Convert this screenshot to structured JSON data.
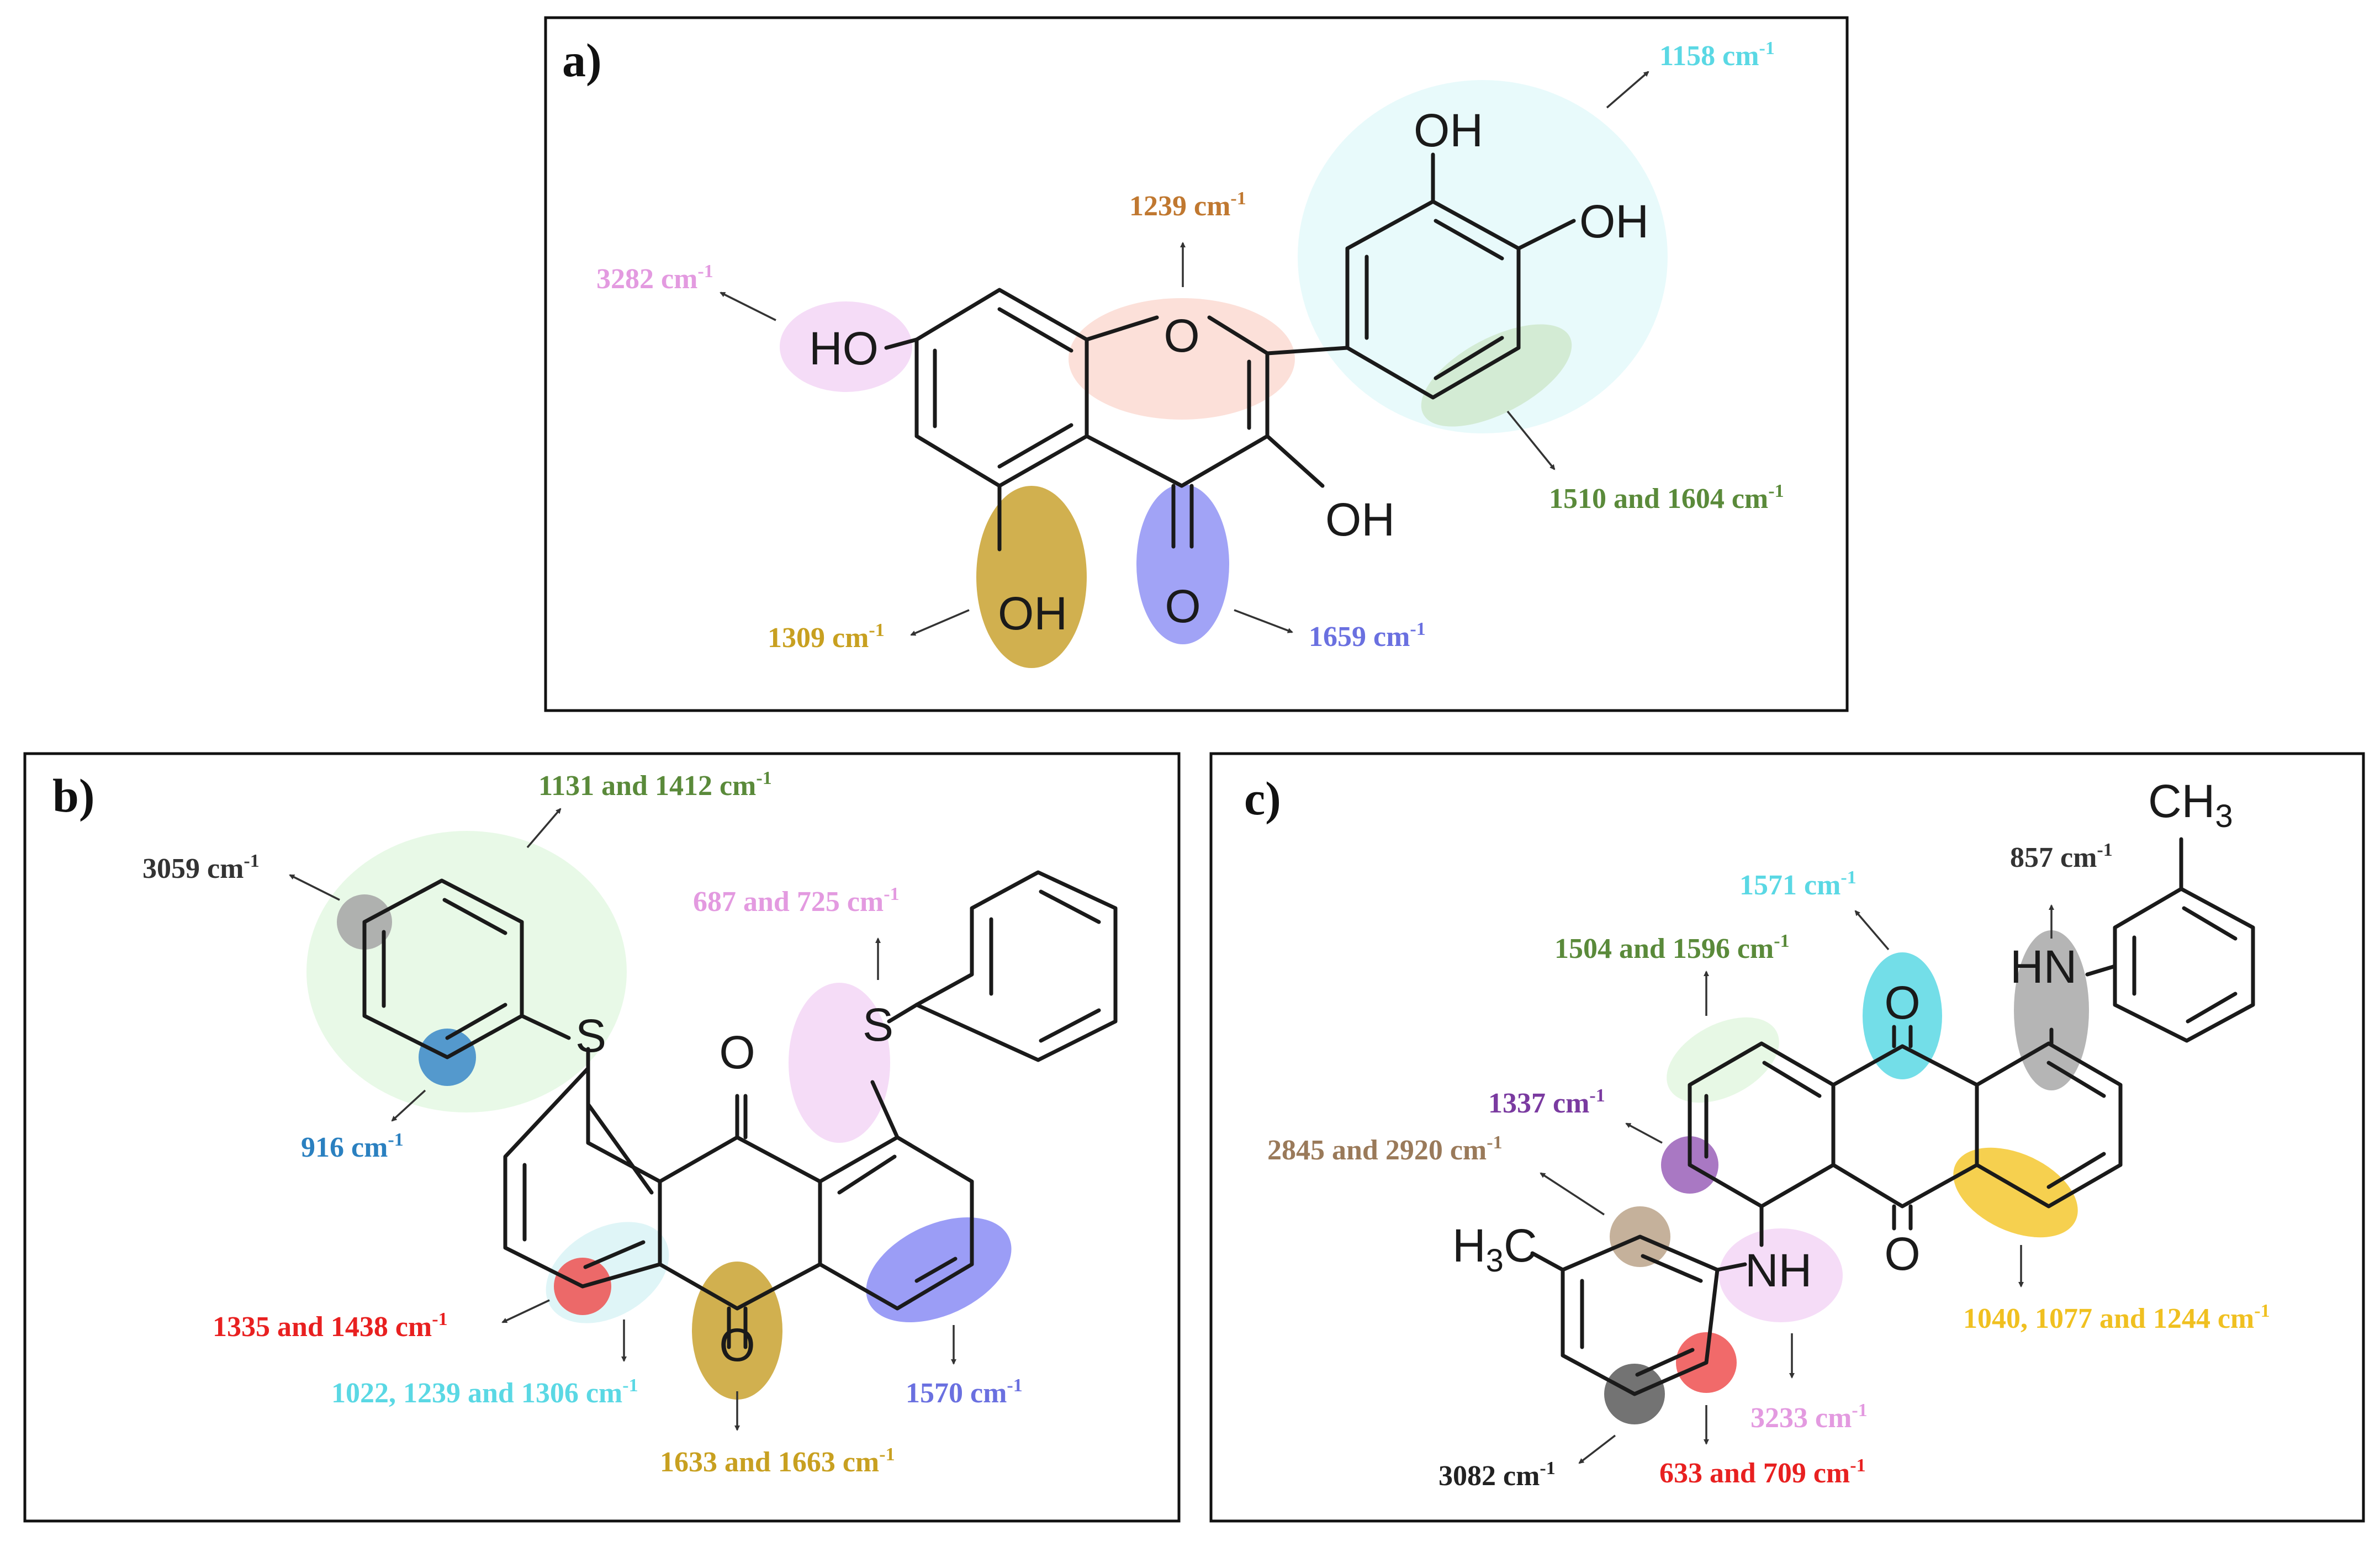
{
  "panels": {
    "a": {
      "label": "a)"
    },
    "b": {
      "label": "b)"
    },
    "c": {
      "label": "c)"
    }
  },
  "atoms": {
    "oh": "OH",
    "ho": "HO",
    "o": "O",
    "s": "S",
    "hn": "HN",
    "nh": "NH",
    "ch": "CH",
    "c_atom": "C",
    "h_atom": "H",
    "sub3": "3"
  },
  "unit": {
    "base": "cm",
    "exp": "-1"
  },
  "annotations": {
    "a": [
      {
        "text": "1158 cm",
        "color": "#5ad8e4"
      },
      {
        "text": "1239 cm",
        "color": "#c07830"
      },
      {
        "text": "3282 cm",
        "color": "#e39ae0"
      },
      {
        "text": "1510 and 1604 cm",
        "color": "#5a8a3a"
      },
      {
        "text": "1309 cm",
        "color": "#c8a020"
      },
      {
        "text": "1659 cm",
        "color": "#6a70e0"
      }
    ],
    "b": [
      {
        "text": "1131 and 1412 cm",
        "color": "#5a8a3a"
      },
      {
        "text": "3059 cm",
        "color": "#333333"
      },
      {
        "text": "687 and 725 cm",
        "color": "#e39ae0"
      },
      {
        "text": "916 cm",
        "color": "#2a80c0"
      },
      {
        "text": "1335 and 1438 cm",
        "color": "#e82020"
      },
      {
        "text": "1022, 1239 and 1306 cm",
        "color": "#5ad8e4"
      },
      {
        "text": "1633 and 1663 cm",
        "color": "#c8a020"
      },
      {
        "text": "1570 cm",
        "color": "#6a70e0"
      }
    ],
    "c": [
      {
        "text": "857 cm",
        "color": "#333333"
      },
      {
        "text": "1571 cm",
        "color": "#5ad8e4"
      },
      {
        "text": "1504 and 1596 cm",
        "color": "#5a8a3a"
      },
      {
        "text": "1337 cm",
        "color": "#7a3aa0"
      },
      {
        "text": "2845 and 2920 cm",
        "color": "#9a7a5a"
      },
      {
        "text": "1040, 1077 and 1244 cm",
        "color": "#f0c020"
      },
      {
        "text": "3233 cm",
        "color": "#e39ae0"
      },
      {
        "text": "3082 cm",
        "color": "#222222"
      },
      {
        "text": "633 and 709 cm",
        "color": "#e82020"
      }
    ]
  },
  "highlight_colors": {
    "pink": "#f4d8f6",
    "salmon": "#fbd8d0",
    "cyan": "#d8f6f8",
    "green": "#cfe8cc",
    "gold": "#c9a230",
    "blue": "#8a8cf4",
    "gray": "#a8a8a8",
    "steelblue": "#3a88c8",
    "red": "#ee5050",
    "purple": "#9a60b8",
    "tan": "#bfa890",
    "yellow": "#f4c830",
    "darkgray": "#5a5a5a",
    "lightgreen": "#e6f8e4",
    "lightcyan": "#dcf4f6"
  }
}
